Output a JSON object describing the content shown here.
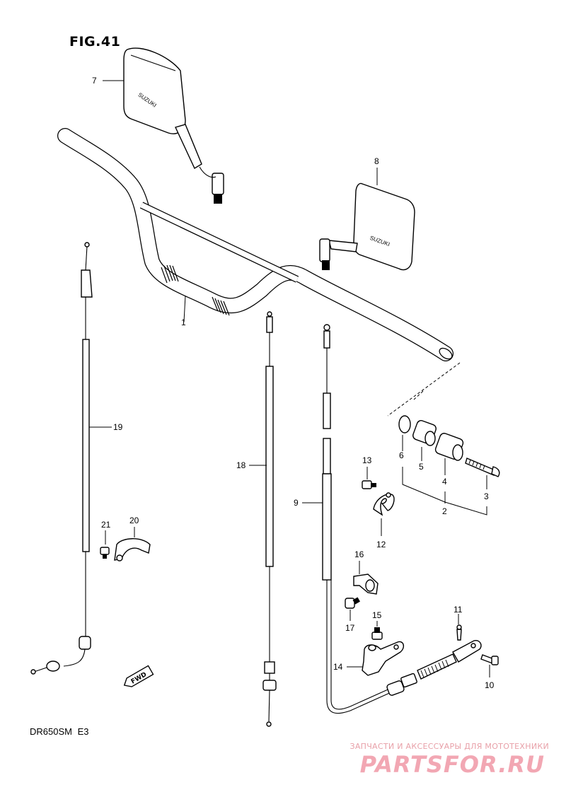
{
  "figure": {
    "title": "FIG.41",
    "model": "DR650SM  E3",
    "fwd_label": "FWD"
  },
  "callouts": {
    "p1": "1",
    "p2": "2",
    "p3": "3",
    "p4": "4",
    "p5": "5",
    "p6": "6",
    "p7": "7",
    "p8": "8",
    "p9": "9",
    "p10": "10",
    "p11": "11",
    "p12": "12",
    "p13": "13",
    "p14": "14",
    "p15": "15",
    "p16": "16",
    "p17": "17",
    "p18": "18",
    "p19": "19",
    "p20": "20",
    "p21": "21"
  },
  "mirror_brand": "SUZUKI",
  "watermark": {
    "tagline": "ЗАПЧАСТИ И АКСЕССУАРЫ ДЛЯ МОТОТЕХНИКИ",
    "logo": "PARTSFOR.RU"
  }
}
